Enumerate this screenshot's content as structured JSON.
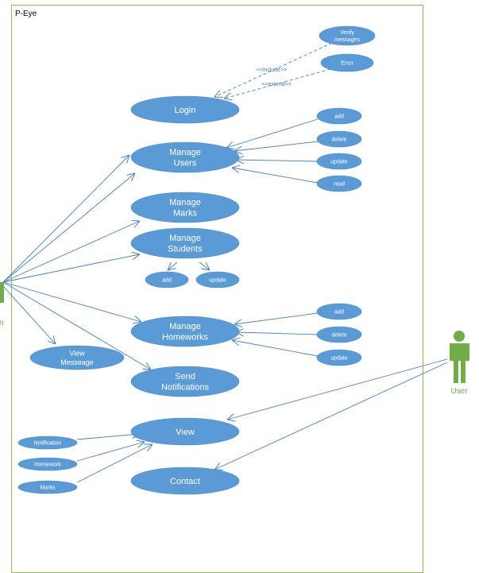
{
  "system": {
    "title": "P-Eye"
  },
  "colors": {
    "ellipse_fill": "#5b9bd5",
    "line": "#4a7fbf",
    "boundary": "#8cbf5a",
    "actor": "#70ad47",
    "text": "#ffffff"
  },
  "actors": {
    "user": {
      "label": "User"
    },
    "left_actor": {
      "label": "n"
    }
  },
  "use_cases": {
    "verify": {
      "lines": [
        "Verify",
        "messages"
      ]
    },
    "error": {
      "lines": [
        "Error"
      ]
    },
    "login": {
      "lines": [
        "Login"
      ]
    },
    "manage_users": {
      "lines": [
        "Manage",
        "Users"
      ]
    },
    "users_add": {
      "lines": [
        "add"
      ]
    },
    "users_delete": {
      "lines": [
        "delete"
      ]
    },
    "users_update": {
      "lines": [
        "update"
      ]
    },
    "users_read": {
      "lines": [
        "read"
      ]
    },
    "manage_marks": {
      "lines": [
        "Manage",
        "Marks"
      ]
    },
    "manage_students": {
      "lines": [
        "Manage",
        "Students"
      ]
    },
    "students_add": {
      "lines": [
        "add"
      ]
    },
    "students_update": {
      "lines": [
        "update"
      ]
    },
    "manage_homeworks": {
      "lines": [
        "Manage",
        "Homeworks"
      ]
    },
    "hw_add": {
      "lines": [
        "add"
      ]
    },
    "hw_delete": {
      "lines": [
        "delete"
      ]
    },
    "hw_update": {
      "lines": [
        "update"
      ]
    },
    "view_message": {
      "lines": [
        "View",
        "Messeage"
      ]
    },
    "send_notifications": {
      "lines": [
        "Send",
        "Notifications"
      ]
    },
    "view": {
      "lines": [
        "View"
      ]
    },
    "contact": {
      "lines": [
        "Contact"
      ]
    },
    "notification": {
      "lines": [
        "Notification"
      ]
    },
    "homework": {
      "lines": [
        "Homework"
      ]
    },
    "marks": {
      "lines": [
        "Marks"
      ]
    }
  },
  "relations": {
    "include": "<<include>>",
    "extend": "<<extend>>"
  }
}
